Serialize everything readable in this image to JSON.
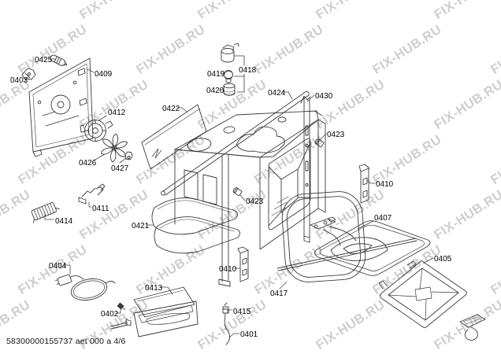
{
  "watermark": {
    "text": "FIX-HUB.RU"
  },
  "footer": {
    "id_text": "58300000155737 aet 000 a 4/6"
  },
  "part_labels": [
    "0425",
    "0403",
    "0409",
    "0412",
    "0426",
    "0427",
    "0419",
    "0418",
    "0420",
    "0422",
    "0424",
    "0430",
    "0423",
    "0423",
    "0421",
    "0410",
    "0410",
    "0407",
    "0417",
    "0405",
    "0411",
    "0414",
    "0404",
    "0413",
    "0402",
    "0415",
    "0401"
  ]
}
